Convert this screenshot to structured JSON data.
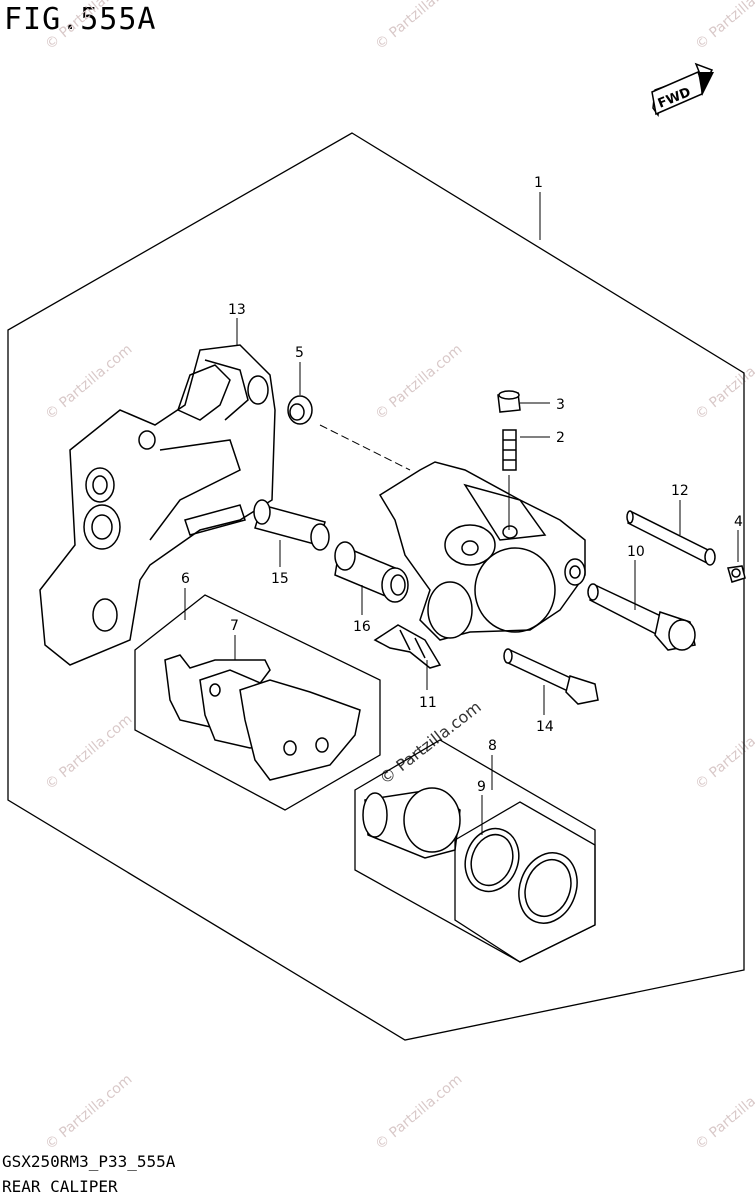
{
  "figure": {
    "title": "FIG.555A",
    "code": "GSX250RM3_P33_555A",
    "subtitle": "REAR CALIPER",
    "direction_label": "FWD"
  },
  "watermark": {
    "text": "© Partzilla.com"
  },
  "callouts": [
    {
      "id": "1",
      "label": "1"
    },
    {
      "id": "2",
      "label": "2"
    },
    {
      "id": "3",
      "label": "3"
    },
    {
      "id": "4",
      "label": "4"
    },
    {
      "id": "5",
      "label": "5"
    },
    {
      "id": "6",
      "label": "6"
    },
    {
      "id": "7",
      "label": "7"
    },
    {
      "id": "8",
      "label": "8"
    },
    {
      "id": "9",
      "label": "9"
    },
    {
      "id": "10",
      "label": "10"
    },
    {
      "id": "11",
      "label": "11"
    },
    {
      "id": "12",
      "label": "12"
    },
    {
      "id": "13",
      "label": "13"
    },
    {
      "id": "14",
      "label": "14"
    },
    {
      "id": "15",
      "label": "15"
    },
    {
      "id": "16",
      "label": "16"
    }
  ]
}
